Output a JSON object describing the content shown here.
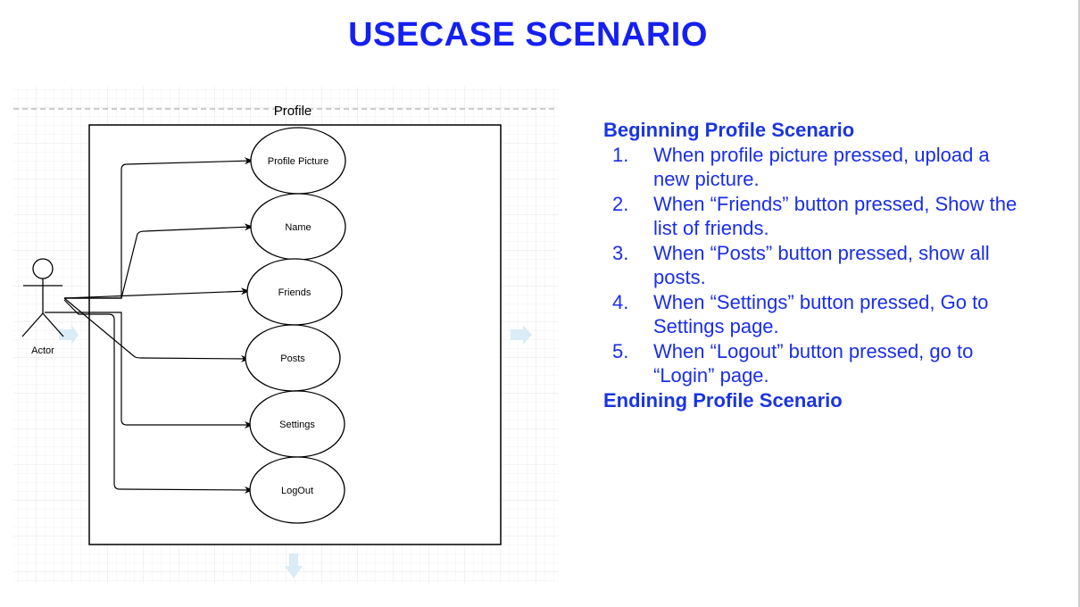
{
  "slide": {
    "title": "USECASE SCENARIO"
  },
  "diagram": {
    "boundary_label": "Profile",
    "actor_label": "Actor",
    "use_cases": [
      {
        "label": "Profile Picture"
      },
      {
        "label": "Name"
      },
      {
        "label": "Friends"
      },
      {
        "label": "Posts"
      },
      {
        "label": "Settings"
      },
      {
        "label": "LogOut"
      }
    ]
  },
  "scenario": {
    "begin_heading": "Beginning Profile Scenario",
    "steps": [
      {
        "num": "1.",
        "text": "When profile picture pressed, upload a new picture."
      },
      {
        "num": "2.",
        "text": "When “Friends” button pressed, Show the list of friends."
      },
      {
        "num": "3.",
        "text": "When “Posts” button pressed, show all posts."
      },
      {
        "num": "4.",
        "text": "When “Settings” button pressed, Go to Settings page."
      },
      {
        "num": "5.",
        "text": "When “Logout” button pressed, go to “Login” page."
      }
    ],
    "end_heading": "Endining Profile Scenario"
  },
  "colors": {
    "title": "#1420f2",
    "scenario_text": "#1a2ee8",
    "diagram_stroke": "#000000",
    "grid": "#e9e9e9"
  }
}
